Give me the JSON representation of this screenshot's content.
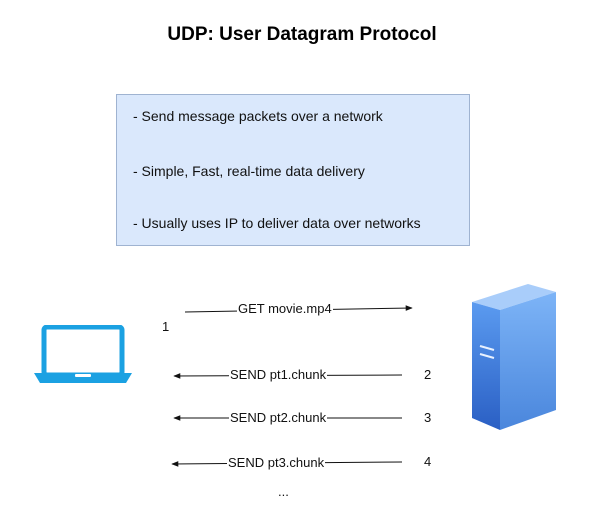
{
  "title": "UDP: User Datagram Protocol",
  "info_box": {
    "lines": [
      "- Send message packets over a network",
      "- Simple, Fast, real-time data delivery",
      "- Usually uses IP to deliver data over networks"
    ],
    "fill_color": "#dae8fc"
  },
  "client": {
    "icon": "laptop-icon",
    "color": "#1ba1e2"
  },
  "server": {
    "icon": "server-icon",
    "color": "#3d7fe0"
  },
  "messages": [
    {
      "label": "GET movie.mp4",
      "step": "1",
      "direction": "client-to-server"
    },
    {
      "label": "SEND pt1.chunk",
      "step": "2",
      "direction": "server-to-client"
    },
    {
      "label": "SEND pt2.chunk",
      "step": "3",
      "direction": "server-to-client"
    },
    {
      "label": "SEND pt3.chunk",
      "step": "4",
      "direction": "server-to-client"
    }
  ],
  "continuation": "..."
}
